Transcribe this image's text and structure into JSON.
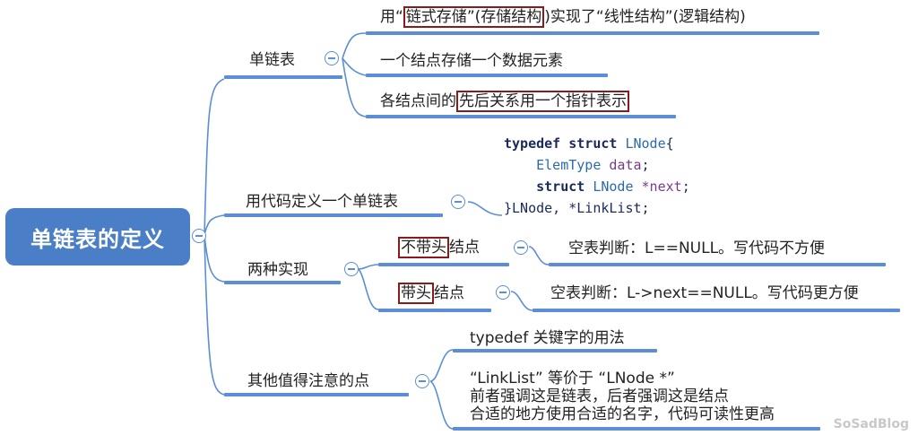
{
  "root": {
    "label": "单链表的定义"
  },
  "branch1": {
    "label": "单链表",
    "child1": {
      "pre": "用“",
      "hl": "链式存储",
      "mid": "”(存储结构",
      "post": ")实现了“线性结构”(逻辑结构)"
    },
    "child2": "一个结点存储一个数据元素",
    "child3": {
      "pre": "各结点间的",
      "hl": "先后关系用一个指针表示"
    }
  },
  "branch2": {
    "label": "用代码定义一个单链表",
    "code": {
      "l1_kw": "typedef struct ",
      "l1_ty": "LNode",
      "l1_end": "{",
      "l2_ty": "ElemType ",
      "l2_id": "data",
      "l2_end": ";",
      "l3_kw": "struct ",
      "l3_ty": "LNode ",
      "l3_id": "*next",
      "l3_end": ";",
      "l4": "}LNode, *LinkList;"
    }
  },
  "branch3": {
    "label": "两种实现",
    "sub1": {
      "hl": "不带头",
      "post": "结点",
      "detail": "空表判断：L==NULL。写代码不方便"
    },
    "sub2": {
      "hl": "带头",
      "post": "结点",
      "detail": "空表判断：L->next==NULL。写代码更方便"
    }
  },
  "branch4": {
    "label": "其他值得注意的点",
    "child1": "typedef 关键字的用法",
    "child2_l1": "“LinkList” 等价于 “LNode *”",
    "child2_l2": "前者强调这是链表，后者强调这是结点",
    "child2_l3": "合适的地方使用合适的名字，代码可读性更高"
  },
  "watermark": "SoSadBlog",
  "colors": {
    "accent": "#4a7fc7",
    "line": "#5b8ed6",
    "highlight": "#8b1a1a"
  }
}
